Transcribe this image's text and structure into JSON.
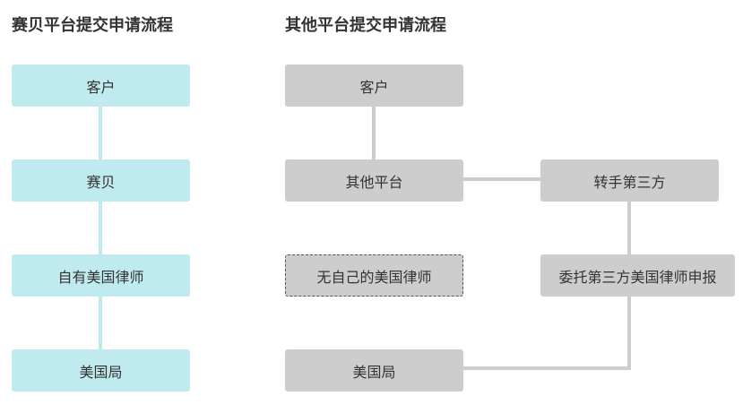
{
  "left_flow": {
    "title": "赛贝平台提交申请流程",
    "nodes": [
      "客户",
      "赛贝",
      "自有美国律师",
      "美国局"
    ]
  },
  "right_flow": {
    "title": "其他平台提交申请流程",
    "nodes": {
      "client": "客户",
      "other_platform": "其他平台",
      "third_party": "转手第三方",
      "no_own_lawyer": "无自己的美国律师",
      "delegate_lawyer": "委托第三方美国律师申报",
      "uspto": "美国局"
    }
  },
  "colors": {
    "left_node_fill": "#c0ebee",
    "left_connector": "#c0ebee",
    "right_node_fill": "#cdcdcd",
    "right_connector": "#cdcdcd",
    "dashed_border": "#555555",
    "text": "#333333"
  }
}
